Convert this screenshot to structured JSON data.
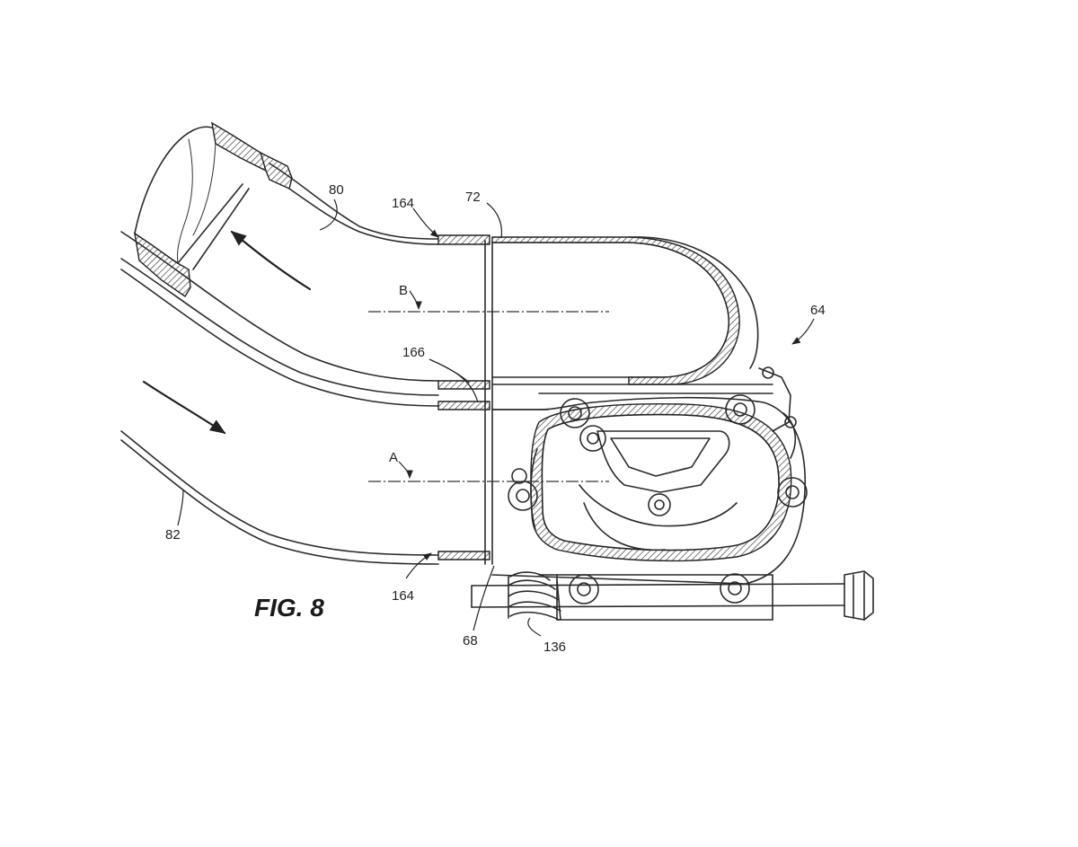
{
  "figure": {
    "title": "FIG. 8"
  },
  "reference_numerals": {
    "r80": "80",
    "r164_top": "164",
    "r72": "72",
    "r64": "64",
    "r166": "166",
    "r82": "82",
    "r164_bottom": "164",
    "r68": "68",
    "r136": "136"
  },
  "axis_labels": {
    "axis_a": "A",
    "axis_b": "B"
  }
}
